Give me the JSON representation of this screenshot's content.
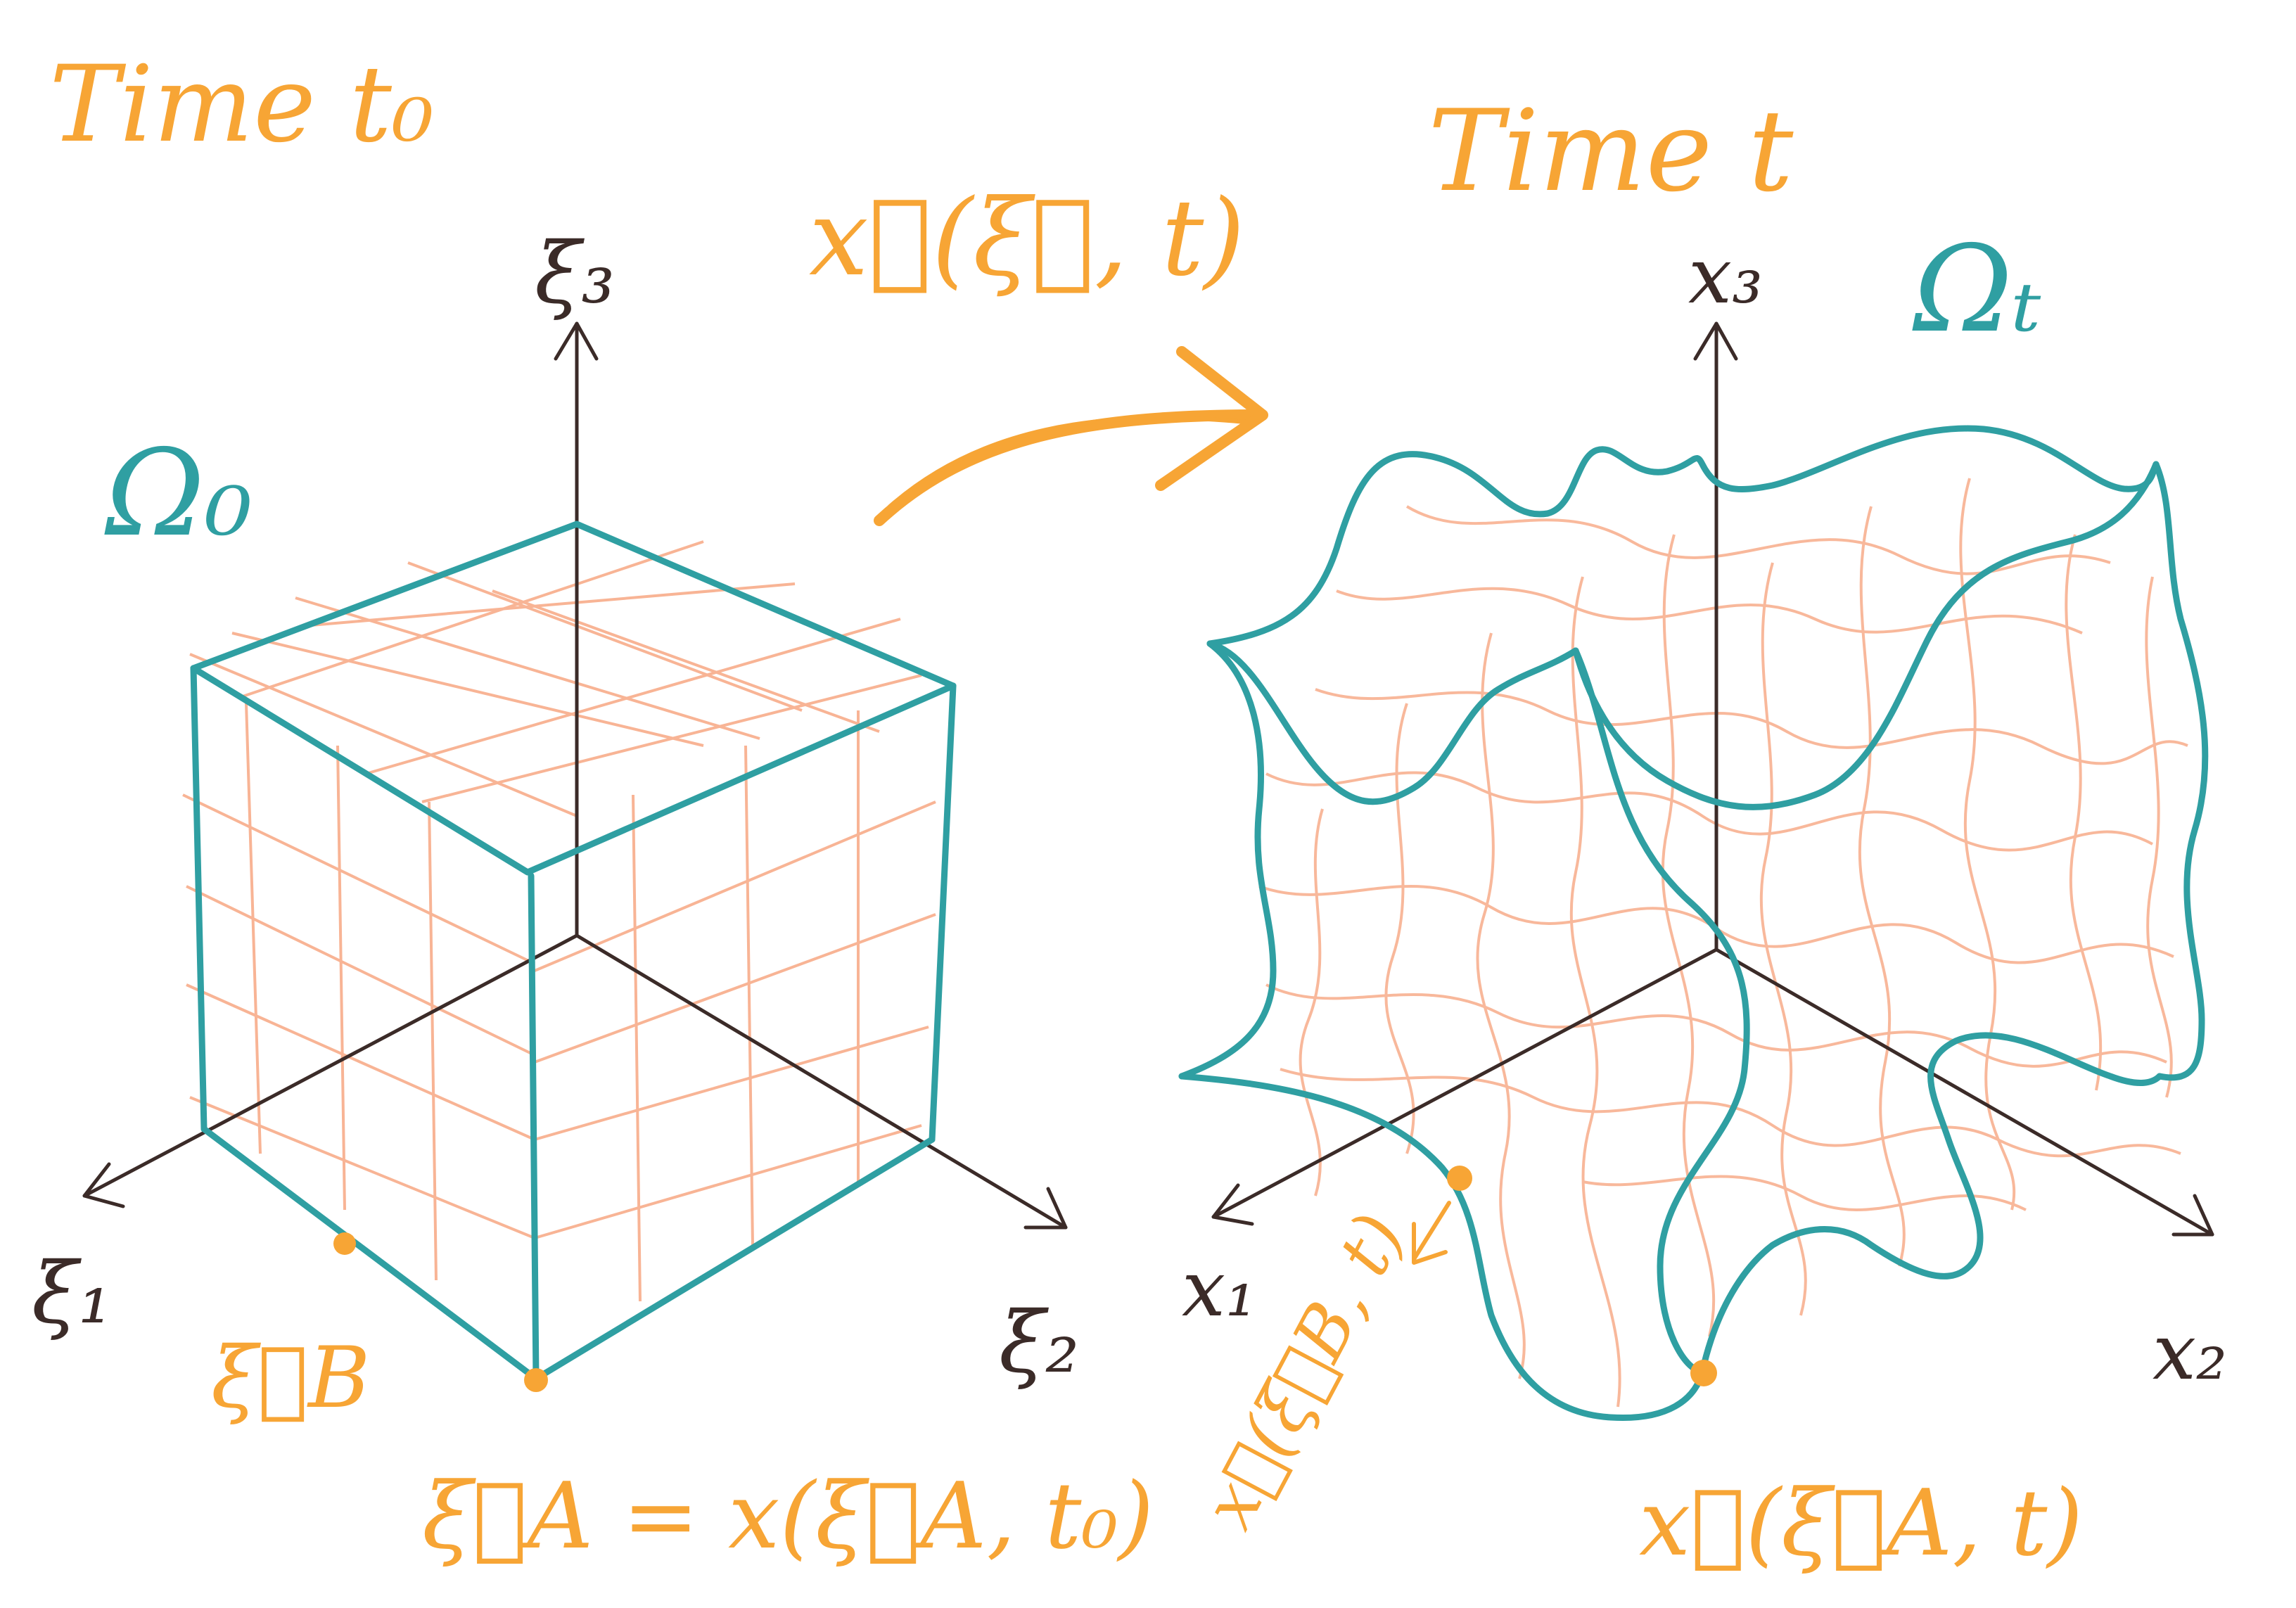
{
  "colors": {
    "orange": "#f7a535",
    "teal": "#2f9fa2",
    "axis": "#3b2b28",
    "grid": "#f7a783"
  },
  "left_panel": {
    "title": "Time t₀",
    "domain_label": "Ω₀",
    "axis_x1": "ξ₁",
    "axis_x2": "ξ₂",
    "axis_x3": "ξ₃",
    "point_a_label": "ξ⃗A = x(ξ⃗A, t₀)",
    "point_b_label": "ξ⃗B"
  },
  "center": {
    "map_label": "x⃗(ξ⃗, t)"
  },
  "right_panel": {
    "title": "Time t",
    "domain_label": "Ωₜ",
    "axis_x1": "x₁",
    "axis_x2": "x₂",
    "axis_x3": "x₃",
    "point_a_label": "x⃗(ξ⃗A, t)",
    "point_b_label": "x⃗(ξ⃗B, t)"
  }
}
